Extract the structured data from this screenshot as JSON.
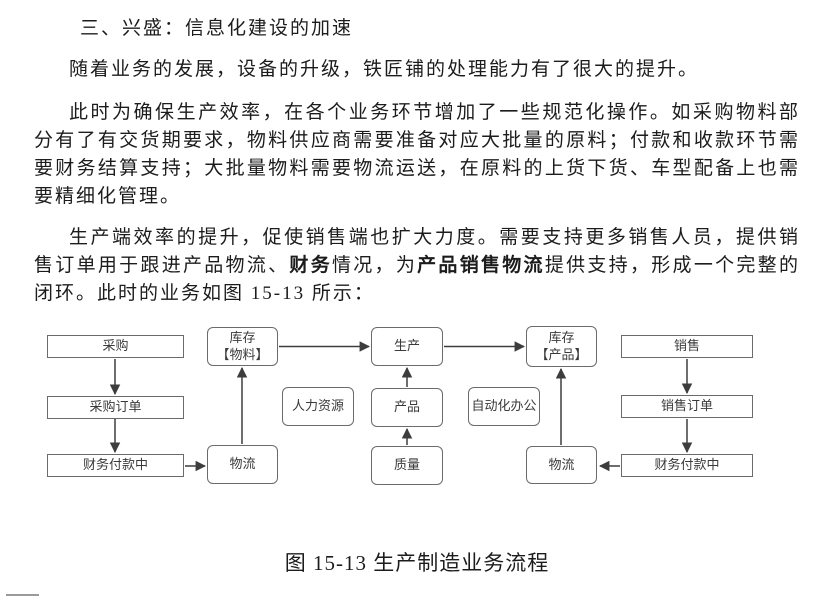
{
  "page": {
    "heading": "三、兴盛：信息化建设的加速",
    "paragraphs": {
      "p1": "随着业务的发展，设备的升级，铁匠铺的处理能力有了很大的提升。",
      "p2": "此时为确保生产效率，在各个业务环节增加了一些规范化操作。如采购物料部分有了有交货期要求，物料供应商需要准备对应大批量的原料；付款和收款环节需要财务结算支持；大批量物料需要物流运送，在原料的上货下货、车型配备上也需要精细化管理。",
      "p3": {
        "run1": "生产端效率的提升，促使销售端也扩大力度。需要支持更多销售人员，提供销售订单用于跟进产品物流、",
        "bold1": "财务",
        "run2": "情况，为",
        "bold2": "产品销售物流",
        "run3": "提供支持，形成一个完整的闭环。此时的业务如图 15-13 所示："
      }
    },
    "caption": "图 15-13 生产制造业务流程"
  },
  "diagram": {
    "colors": {
      "box_border": "#6b6b6b",
      "arrow": "#3d3d3d",
      "box_text": "#3a3a3a"
    },
    "nodes": {
      "procurement": {
        "label": "采购"
      },
      "procurement_order": {
        "label": "采购订单"
      },
      "finance_payment_left": {
        "label": "财务付款中"
      },
      "inventory_material": {
        "label": "库存\n【物料】"
      },
      "logistics_left": {
        "label": "物流"
      },
      "hr": {
        "label": "人力资源"
      },
      "production": {
        "label": "生产"
      },
      "product": {
        "label": "产品"
      },
      "quality": {
        "label": "质量"
      },
      "office_automation": {
        "label": "自动化办公"
      },
      "inventory_product": {
        "label": "库存\n【产品】"
      },
      "logistics_right": {
        "label": "物流"
      },
      "sales": {
        "label": "销售"
      },
      "sales_order": {
        "label": "销售订单"
      },
      "finance_payment_right": {
        "label": "财务付款中"
      }
    }
  }
}
